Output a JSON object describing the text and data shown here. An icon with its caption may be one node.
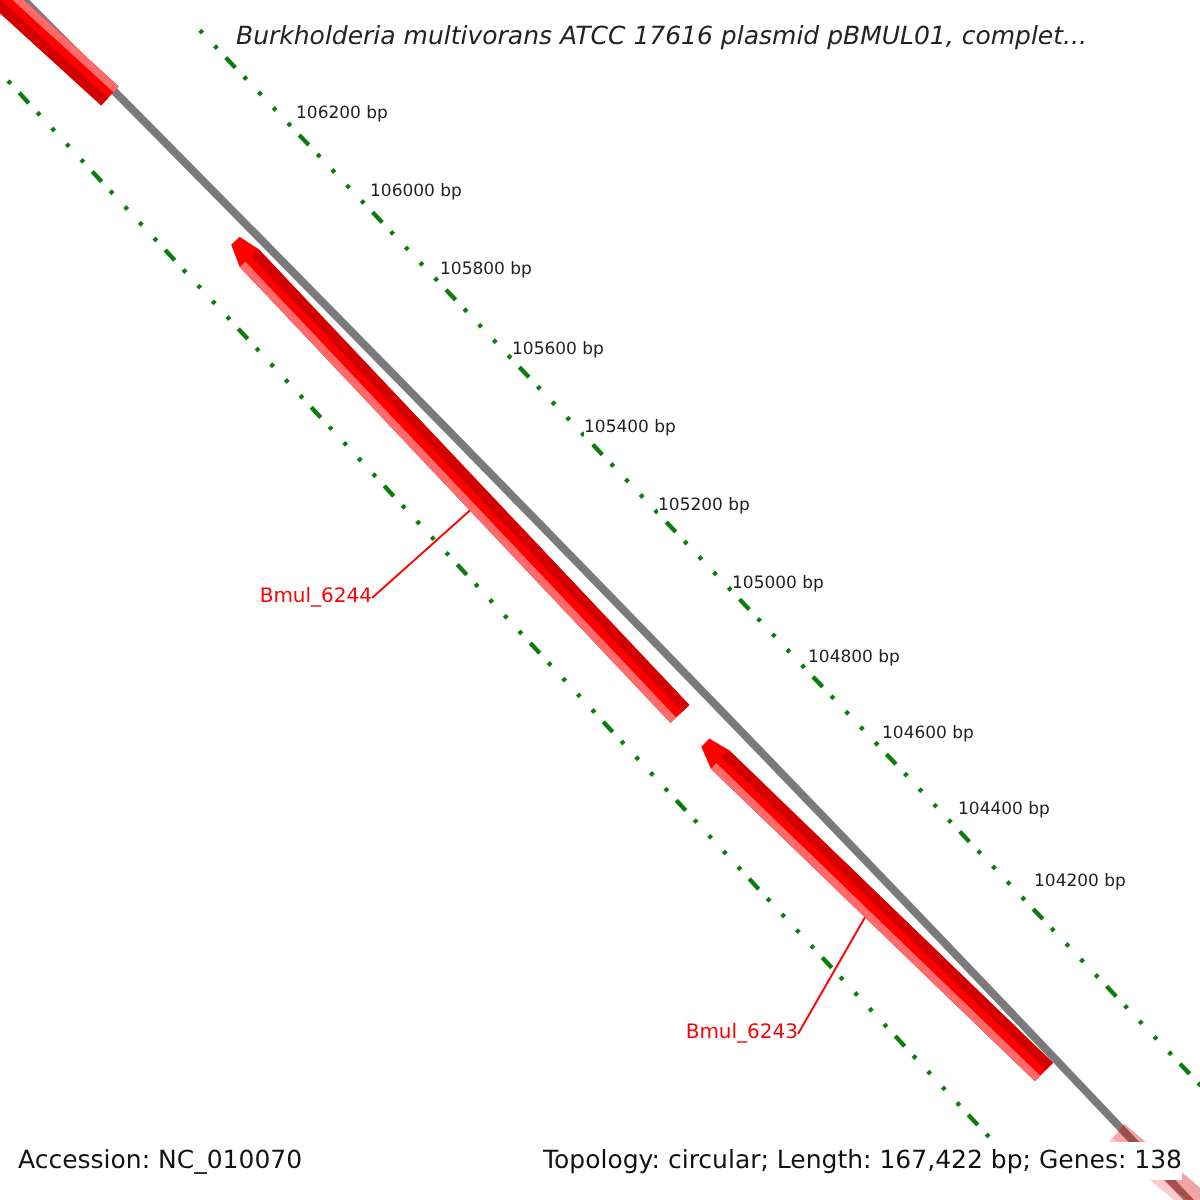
{
  "diagram": {
    "title": "Burkholderia multivorans ATCC 17616 plasmid pBMUL01, complet...",
    "nodes": [
      {
        "text": [],
        "shape": "bar"
      },
      {
        "text": [],
        "shape": "bar"
      },
      {
        "text": [],
        "shape": "bar"
      },
      {
        "text": [],
        "shape": "bar"
      },
      {
        "text": [
          "Bmul_6244"
        ]
      },
      {
        "text": [
          "Bmul_6243"
        ]
      }
    ],
    "edges": [
      {
        "from": 4,
        "to": 1,
        "arrow": "none",
        "color": "#ff0000"
      },
      {
        "from": 5,
        "to": 2,
        "arrow": "none",
        "color": "#ff0000"
      }
    ],
    "labels": [
      "106200 bp",
      "106000 bp",
      "105800 bp",
      "105600 bp",
      "105400 bp",
      "105200 bp",
      "105000 bp",
      "104800 bp",
      "104600 bp",
      "104400 bp",
      "104200 bp",
      "Accession: NC_010070",
      "Topology: circular; Length: 167,422 bp; Genes: 138"
    ]
  }
}
